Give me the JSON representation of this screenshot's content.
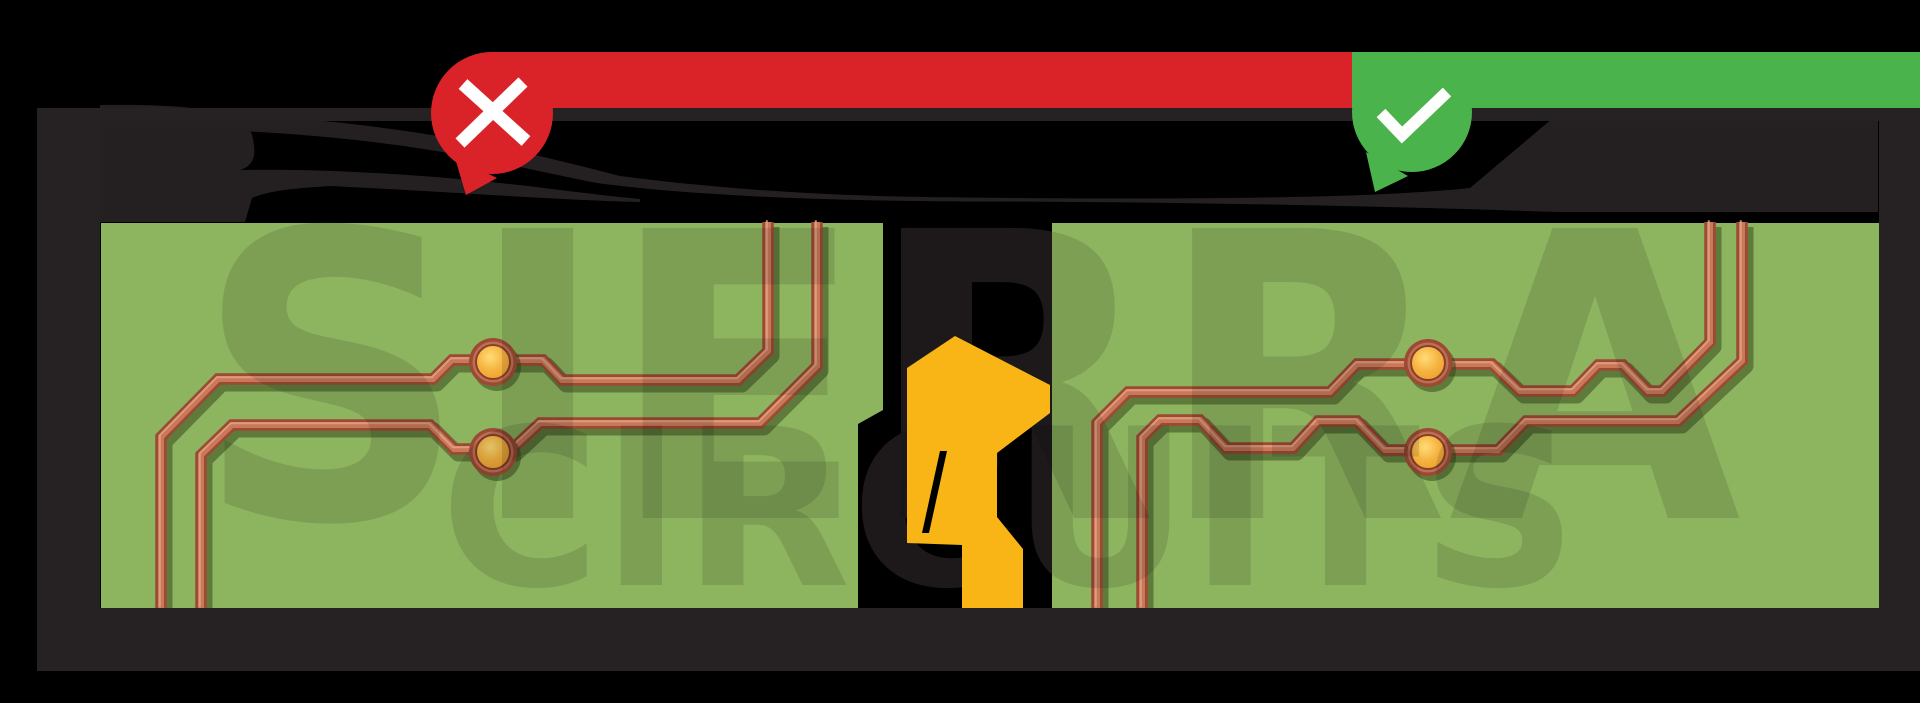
{
  "illustration": {
    "description": "PCB differential-pair routing comparison: incorrect direct routing vs correct length-matched (serpentine) routing",
    "watermark": {
      "line1": "SIERRA",
      "line2": "CIRCUITS"
    },
    "badges": {
      "wrong": {
        "icon": "x-mark-icon"
      },
      "correct": {
        "icon": "check-mark-icon"
      }
    },
    "colors": {
      "bg": "#000000",
      "frame": "#262223",
      "swoosh": "#242021",
      "wm-dark": "#211d1e",
      "panel": "#8db45f",
      "band-red": "#da2328",
      "band-green": "#4bb34b",
      "arrow": "#f9b515",
      "mark": "#ffffff",
      "copper-dark": "#9c4a33",
      "copper-mid": "#c9795a",
      "copper-light": "#e2a283",
      "pad-ring-mid": "#bd6f52",
      "pad-gold-center": "#ffdc77",
      "pad-gold-edge": "#eda02c",
      "trace-shadow": "rgba(47,66,24,0.5)"
    }
  }
}
